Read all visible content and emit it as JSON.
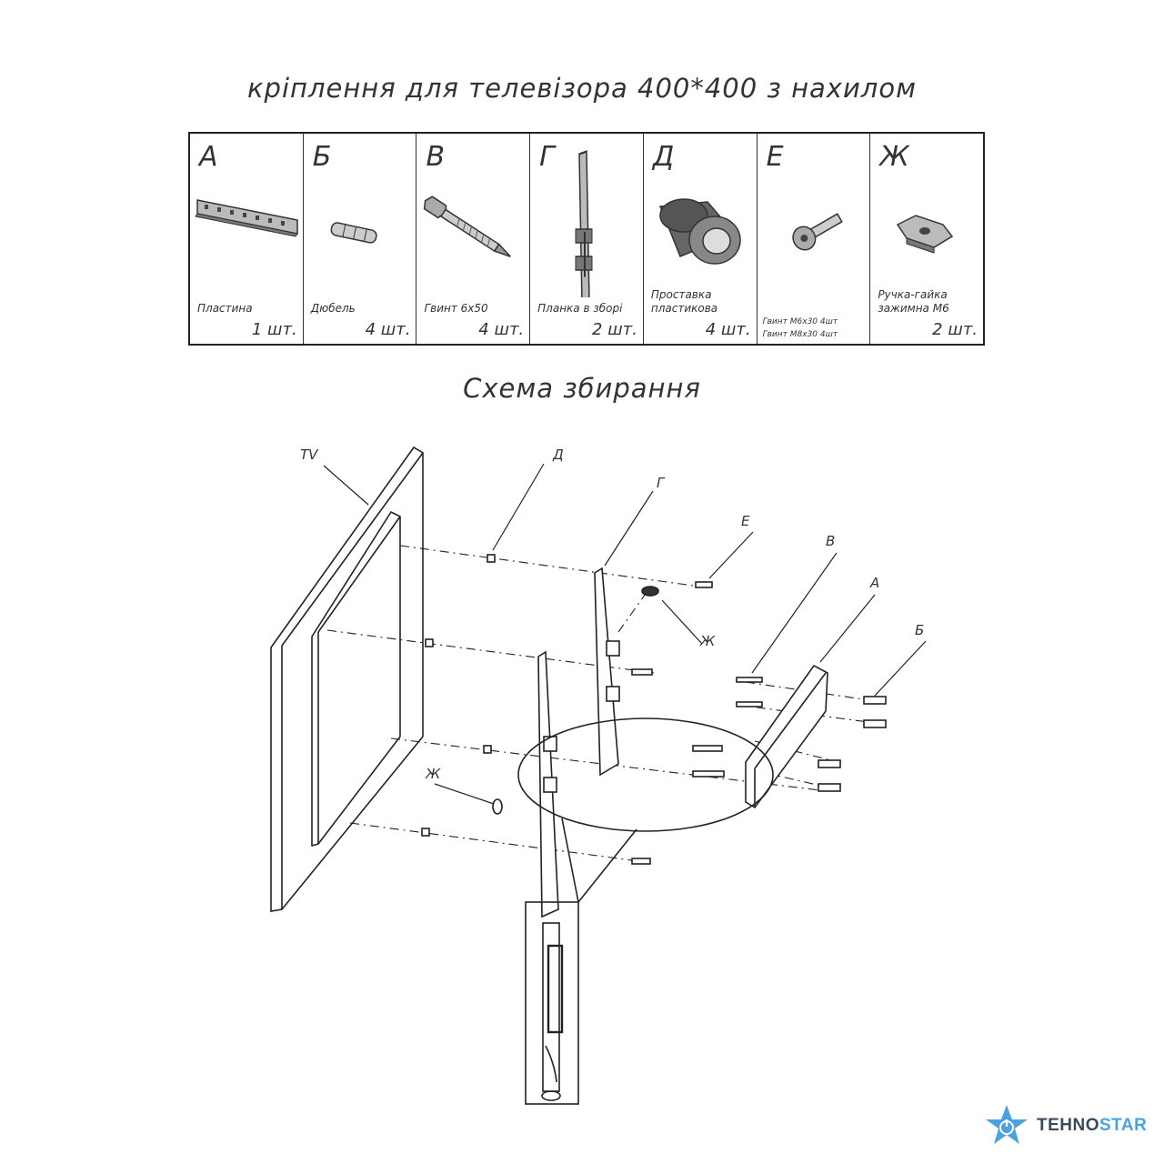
{
  "title": "кріплення для телевізора 400*400 з нахилом",
  "schema_title": "Схема збирання",
  "parts": [
    {
      "letter": "А",
      "name": "Пластина",
      "qty": "1 шт.",
      "icon": "wall-plate-icon"
    },
    {
      "letter": "Б",
      "name": "Дюбель",
      "qty": "4 шт.",
      "icon": "dowel-icon"
    },
    {
      "letter": "В",
      "name": "Гвинт 6х50",
      "qty": "4 шт.",
      "icon": "screw-icon"
    },
    {
      "letter": "Г",
      "name": "Планка в зборі",
      "qty": "2 шт.",
      "icon": "bracket-bar-icon"
    },
    {
      "letter": "Д",
      "name": "Проставка\nпластикова",
      "qty": "4 шт.",
      "icon": "spacer-icon"
    },
    {
      "letter": "Е",
      "name": "Гвинт М6х30  4шт\nГвинт М8х30 4шт",
      "qty": "",
      "icon": "bolt-icon"
    },
    {
      "letter": "Ж",
      "name": "Ручка-гайка\nзажимна М6",
      "qty": "2 шт.",
      "icon": "wing-nut-icon"
    }
  ],
  "diagram_labels": {
    "tv": "TV",
    "d": "Д",
    "g": "Г",
    "e": "Е",
    "v": "В",
    "a": "А",
    "b": "Б",
    "zh1": "Ж",
    "zh2": "Ж"
  },
  "logo": {
    "text_main": "TEHNO",
    "text_accent": "STAR",
    "colors": {
      "star": "#4aa3df",
      "text": "#3a4a5a"
    }
  }
}
